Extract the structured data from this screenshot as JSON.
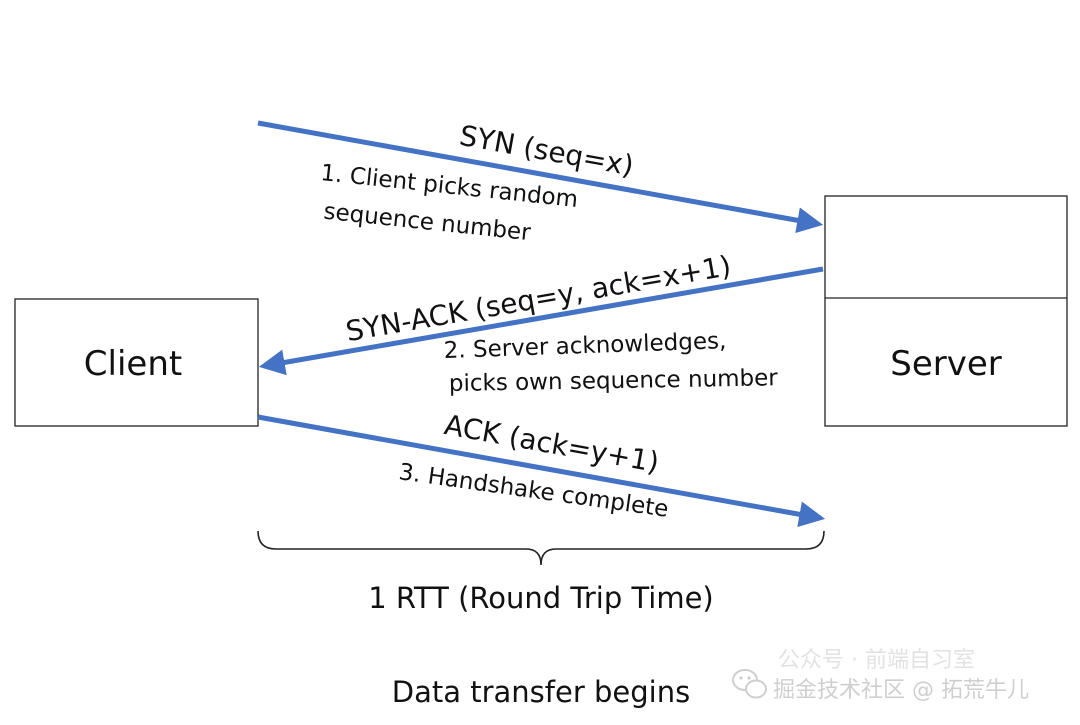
{
  "colors": {
    "arrow": "#4472C4",
    "box_stroke": "#222222",
    "text": "#111111",
    "watermark": "#cfcfcf",
    "watermark_secondary": "#e2e2e2"
  },
  "nodes": {
    "client": {
      "label": "Client"
    },
    "server": {
      "label": "Server"
    }
  },
  "messages": [
    {
      "id": "syn",
      "label": "SYN (seq=x)",
      "note_lines": [
        "1. Client picks random",
        "sequence number"
      ],
      "direction": "client-to-server"
    },
    {
      "id": "syn-ack",
      "label": "SYN-ACK (seq=y, ack=x+1)",
      "note_lines": [
        "2. Server acknowledges,",
        "picks own sequence number"
      ],
      "direction": "server-to-client"
    },
    {
      "id": "ack",
      "label": "ACK (ack=y+1)",
      "note_lines": [
        "3. Handshake complete"
      ],
      "direction": "client-to-server"
    }
  ],
  "rtt": {
    "label": "1 RTT (Round Trip Time)"
  },
  "footer": {
    "label": "Data transfer begins"
  },
  "watermark": {
    "line1": "公众号 · 前端自习室",
    "line2": "掘金技术社区 @ 拓荒牛儿",
    "icon": "wechat-icon"
  }
}
